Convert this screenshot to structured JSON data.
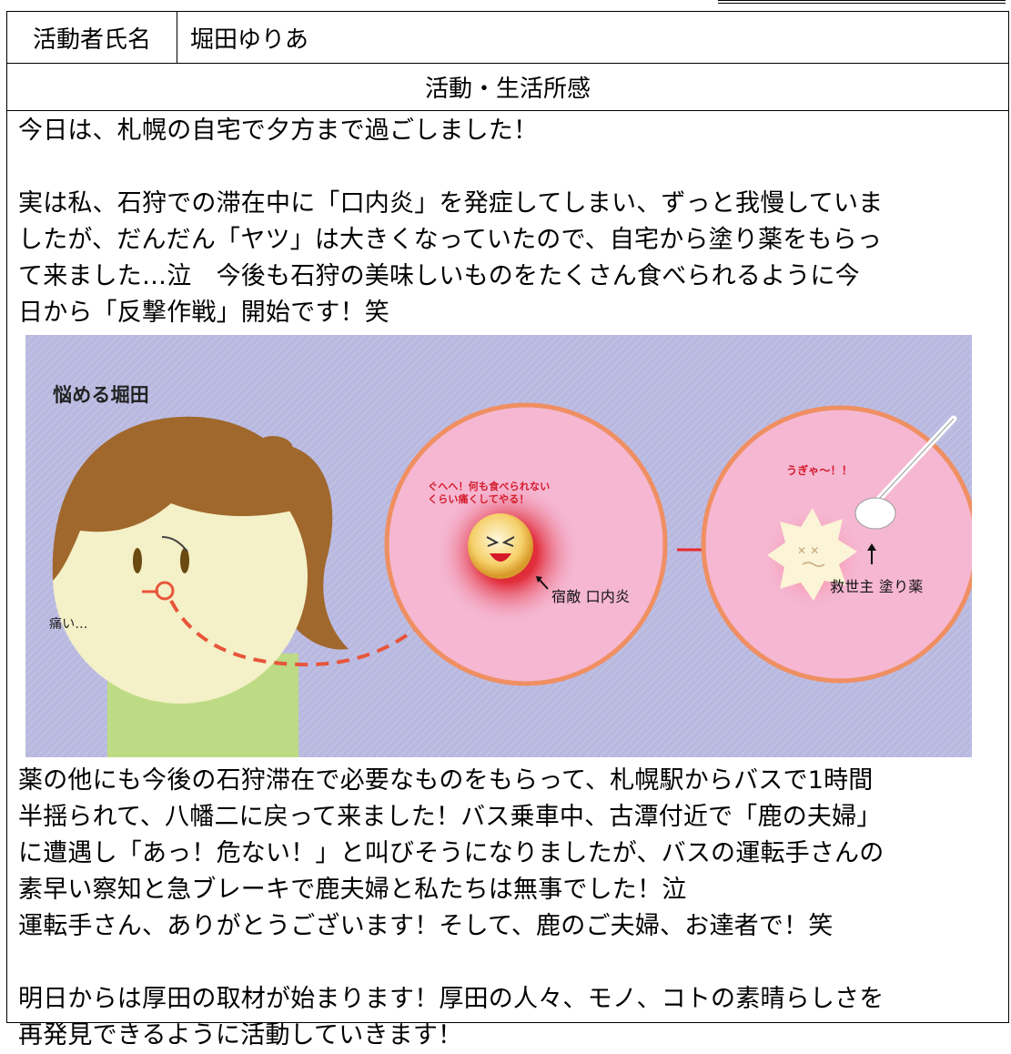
{
  "header": {
    "name_label": "活動者氏名",
    "name_value": "堀田ゆりあ",
    "section_title": "活動・生活所感"
  },
  "body": {
    "intro": "今日は、札幌の自宅で夕方まで過ごしました！",
    "para1_lines": [
      "実は私、石狩での滞在中に「口内炎」を発症してしまい、ずっと我慢していま",
      "したが、だんだん「ヤツ」は大きくなっていたので、自宅から塗り薬をもらっ",
      "て来ました…泣　今後も石狩の美味しいものをたくさん食べられるように今",
      "日から「反撃作戦」開始です！笑"
    ],
    "para2_lines": [
      "薬の他にも今後の石狩滞在で必要なものをもらって、札幌駅からバスで1時間",
      "半揺られて、八幡二に戻って来ました！バス乗車中、古潭付近で「鹿の夫婦」",
      "に遭遇し「あっ！危ない！」と叫びそうになりましたが、バスの運転手さんの",
      "素早い察知と急ブレーキで鹿夫婦と私たちは無事でした！泣",
      "運転手さん、ありがとうございます！そして、鹿のご夫婦、お達者で！笑"
    ],
    "para3_lines": [
      "明日からは厚田の取材が始まります！厚田の人々、モノ、コトの素晴らしさを",
      "再発見できるように活動していきます！"
    ]
  },
  "illustration": {
    "title": "悩める堀田",
    "pain_text": "痛い…",
    "enemy_speech_lines": [
      "ぐへへ！何も食べられない",
      "くらい痛くしてやる！"
    ],
    "enemy_label": "宿敵 口内炎",
    "scream_text": "うぎゃ～！！",
    "medicine_label": "救世主 塗り薬",
    "colors": {
      "background": "#b9b9e0",
      "skin": "#f4f0c7",
      "hair": "#a0682c",
      "shirt": "#bddb84",
      "circle_fill": "#f5b7d2",
      "circle_border": "#ef8f62",
      "dashed_line": "#e8553a",
      "arrow": "#e52b2b"
    }
  }
}
